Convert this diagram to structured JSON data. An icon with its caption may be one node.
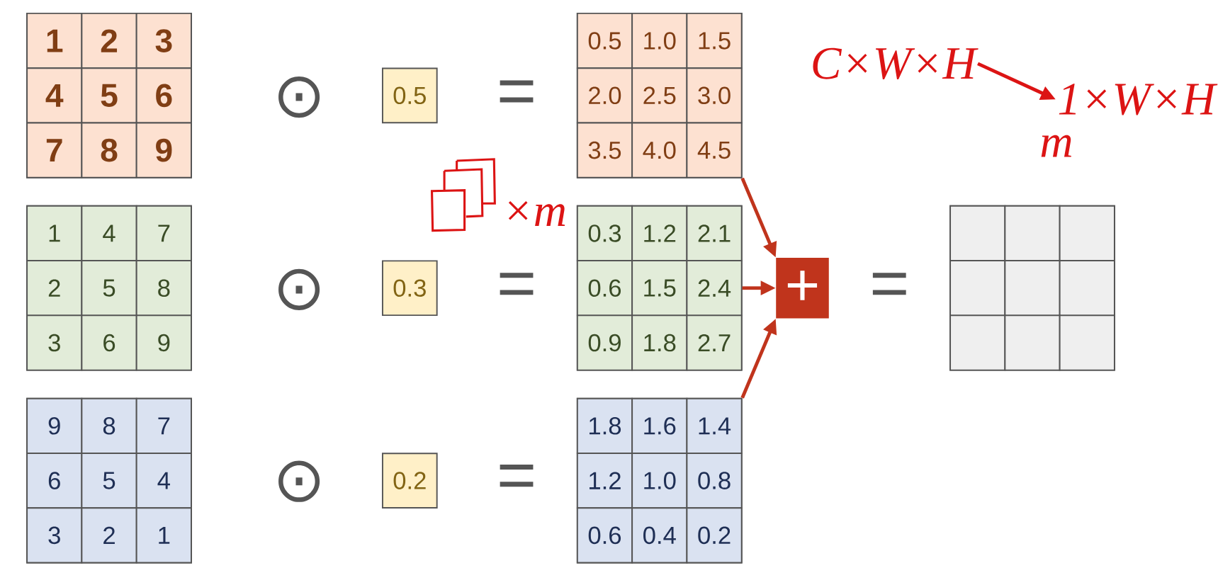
{
  "diagram": {
    "nodes": [
      {
        "text": [],
        "shape": "box"
      },
      {
        "text": [
          "1"
        ],
        "in": 0
      },
      {
        "text": [
          "2"
        ],
        "in": 0
      },
      {
        "text": [
          "3"
        ],
        "in": 0
      },
      {
        "text": [
          "4"
        ],
        "in": 0
      },
      {
        "text": [
          "5"
        ],
        "in": 0
      },
      {
        "text": [
          "6"
        ],
        "in": 0
      },
      {
        "text": [
          "7"
        ],
        "in": 0
      },
      {
        "text": [
          "8"
        ],
        "in": 0
      },
      {
        "text": [
          "9"
        ],
        "in": 0
      },
      {
        "text": [
          "0.5"
        ]
      },
      {
        "text": [],
        "shape": "box"
      },
      {
        "text": [
          "0.5"
        ],
        "in": 11
      },
      {
        "text": [
          "1.0"
        ],
        "in": 11
      },
      {
        "text": [
          "1.5"
        ],
        "in": 11
      },
      {
        "text": [
          "2.0"
        ],
        "in": 11
      },
      {
        "text": [
          "2.5"
        ],
        "in": 11
      },
      {
        "text": [
          "3.0"
        ],
        "in": 11
      },
      {
        "text": [
          "3.5"
        ],
        "in": 11
      },
      {
        "text": [
          "4.0"
        ],
        "in": 11
      },
      {
        "text": [
          "4.5"
        ],
        "in": 11
      },
      {
        "text": [],
        "shape": "box"
      },
      {
        "text": [
          "1"
        ],
        "in": 21
      },
      {
        "text": [
          "4"
        ],
        "in": 21
      },
      {
        "text": [
          "7"
        ],
        "in": 21
      },
      {
        "text": [
          "2"
        ],
        "in": 21
      },
      {
        "text": [
          "5"
        ],
        "in": 21
      },
      {
        "text": [
          "8"
        ],
        "in": 21
      },
      {
        "text": [
          "3"
        ],
        "in": 21
      },
      {
        "text": [
          "6"
        ],
        "in": 21
      },
      {
        "text": [
          "9"
        ],
        "in": 21
      },
      {
        "text": [
          "0.3"
        ]
      },
      {
        "text": [],
        "shape": "box"
      },
      {
        "text": [
          "0.3"
        ],
        "in": 32
      },
      {
        "text": [
          "1.2"
        ],
        "in": 32
      },
      {
        "text": [
          "2.1"
        ],
        "in": 32
      },
      {
        "text": [
          "0.6"
        ],
        "in": 32
      },
      {
        "text": [
          "1.5"
        ],
        "in": 32
      },
      {
        "text": [
          "2.4"
        ],
        "in": 32
      },
      {
        "text": [
          "0.9"
        ],
        "in": 32
      },
      {
        "text": [
          "1.8"
        ],
        "in": 32
      },
      {
        "text": [
          "2.7"
        ],
        "in": 32
      },
      {
        "text": [],
        "shape": "box"
      },
      {
        "text": [
          "9"
        ],
        "in": 42
      },
      {
        "text": [
          "8"
        ],
        "in": 42
      },
      {
        "text": [
          "7"
        ],
        "in": 42
      },
      {
        "text": [
          "6"
        ],
        "in": 42
      },
      {
        "text": [
          "5"
        ],
        "in": 42
      },
      {
        "text": [
          "4"
        ],
        "in": 42
      },
      {
        "text": [
          "3"
        ],
        "in": 42
      },
      {
        "text": [
          "2"
        ],
        "in": 42
      },
      {
        "text": [
          "1"
        ],
        "in": 42
      },
      {
        "text": [
          "0.2"
        ]
      },
      {
        "text": [],
        "shape": "box"
      },
      {
        "text": [
          "1.8"
        ],
        "in": 53
      },
      {
        "text": [
          "1.6"
        ],
        "in": 53
      },
      {
        "text": [
          "1.4"
        ],
        "in": 53
      },
      {
        "text": [
          "1.2"
        ],
        "in": 53
      },
      {
        "text": [
          "1.0"
        ],
        "in": 53
      },
      {
        "text": [
          "0.8"
        ],
        "in": 53
      },
      {
        "text": [
          "0.6"
        ],
        "in": 53
      },
      {
        "text": [
          "0.4"
        ],
        "in": 53
      },
      {
        "text": [
          "0.2"
        ],
        "in": 53
      },
      {
        "text": [
          "+"
        ]
      },
      {
        "text": [],
        "shape": "box"
      },
      {
        "text": [],
        "shape": "box",
        "in": 64
      },
      {
        "text": [],
        "shape": "box",
        "in": 64
      },
      {
        "text": [],
        "shape": "box",
        "in": 64
      },
      {
        "text": [],
        "shape": "box",
        "in": 64
      },
      {
        "text": [],
        "shape": "box",
        "in": 64
      },
      {
        "text": [],
        "shape": "box",
        "in": 64
      },
      {
        "text": [],
        "shape": "box",
        "in": 64
      },
      {
        "text": [],
        "shape": "box",
        "in": 64
      },
      {
        "text": [],
        "shape": "box",
        "in": 64
      },
      {
        "text": [
          "C×W×H"
        ]
      },
      {
        "text": [
          "1×W×H"
        ]
      }
    ],
    "edges": [
      {
        "from": 11,
        "to": 63,
        "arrow": "to"
      },
      {
        "from": 32,
        "to": 63,
        "arrow": "to"
      },
      {
        "from": 53,
        "to": 63,
        "arrow": "to"
      },
      {
        "from": 74,
        "to": 75,
        "arrow": "to"
      }
    ],
    "labels": [
      "⊙",
      "=",
      "m",
      "×m",
      "⊙",
      "=",
      "=",
      "⊙",
      "="
    ]
  }
}
